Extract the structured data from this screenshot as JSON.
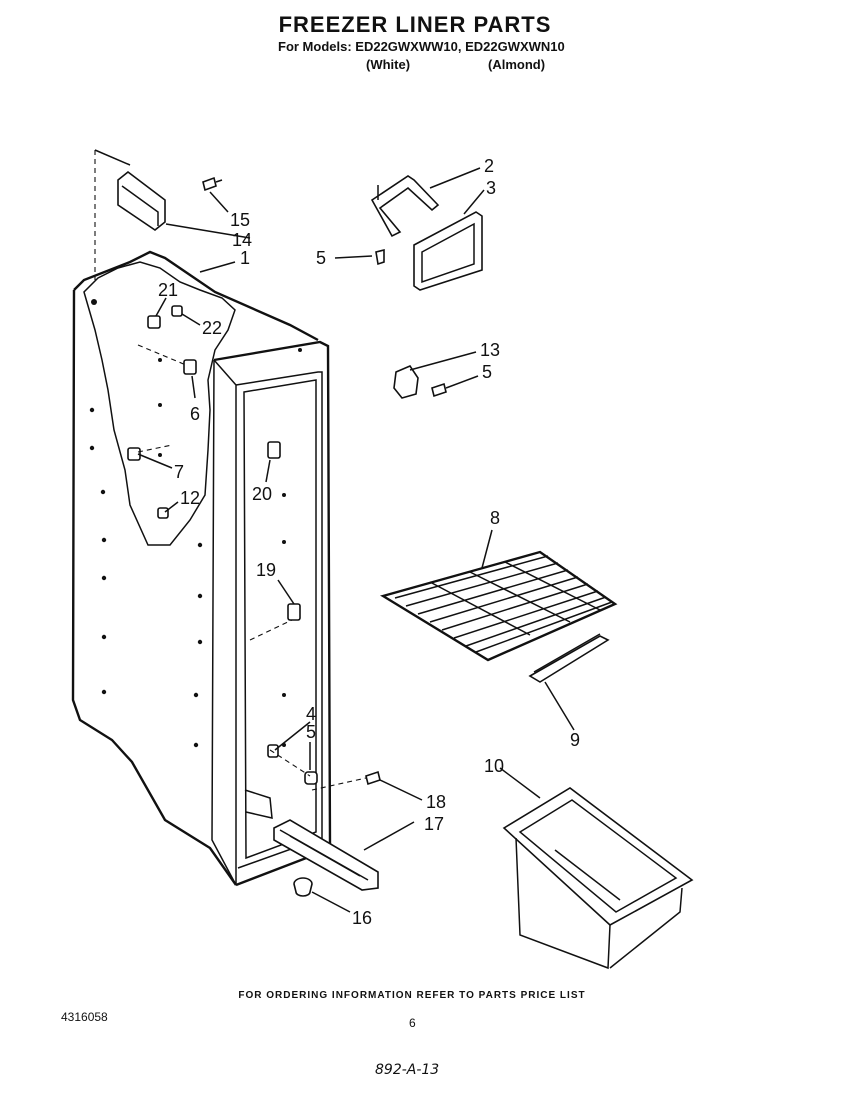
{
  "header": {
    "title": "FREEZER LINER PARTS",
    "models_line": "For Models: ED22GWXWW10, ED22GWXWN10",
    "variant_white": "(White)",
    "variant_almond": "(Almond)"
  },
  "footer": {
    "note": "FOR ORDERING INFORMATION REFER TO PARTS PRICE LIST",
    "doc_number": "4316058",
    "page_number": "6",
    "handwritten_code": "892-A-13"
  },
  "callouts": [
    {
      "id": "c2",
      "label": "2"
    },
    {
      "id": "c3",
      "label": "3"
    },
    {
      "id": "c15",
      "label": "15"
    },
    {
      "id": "c14",
      "label": "14"
    },
    {
      "id": "c1",
      "label": "1"
    },
    {
      "id": "c5a",
      "label": "5"
    },
    {
      "id": "c21",
      "label": "21"
    },
    {
      "id": "c22",
      "label": "22"
    },
    {
      "id": "c13",
      "label": "13"
    },
    {
      "id": "c5b",
      "label": "5"
    },
    {
      "id": "c6",
      "label": "6"
    },
    {
      "id": "c7",
      "label": "7"
    },
    {
      "id": "c20",
      "label": "20"
    },
    {
      "id": "c12",
      "label": "12"
    },
    {
      "id": "c8",
      "label": "8"
    },
    {
      "id": "c19",
      "label": "19"
    },
    {
      "id": "c4",
      "label": "4"
    },
    {
      "id": "c5c",
      "label": "5"
    },
    {
      "id": "c9",
      "label": "9"
    },
    {
      "id": "c10",
      "label": "10"
    },
    {
      "id": "c18",
      "label": "18"
    },
    {
      "id": "c17",
      "label": "17"
    },
    {
      "id": "c16",
      "label": "16"
    }
  ]
}
